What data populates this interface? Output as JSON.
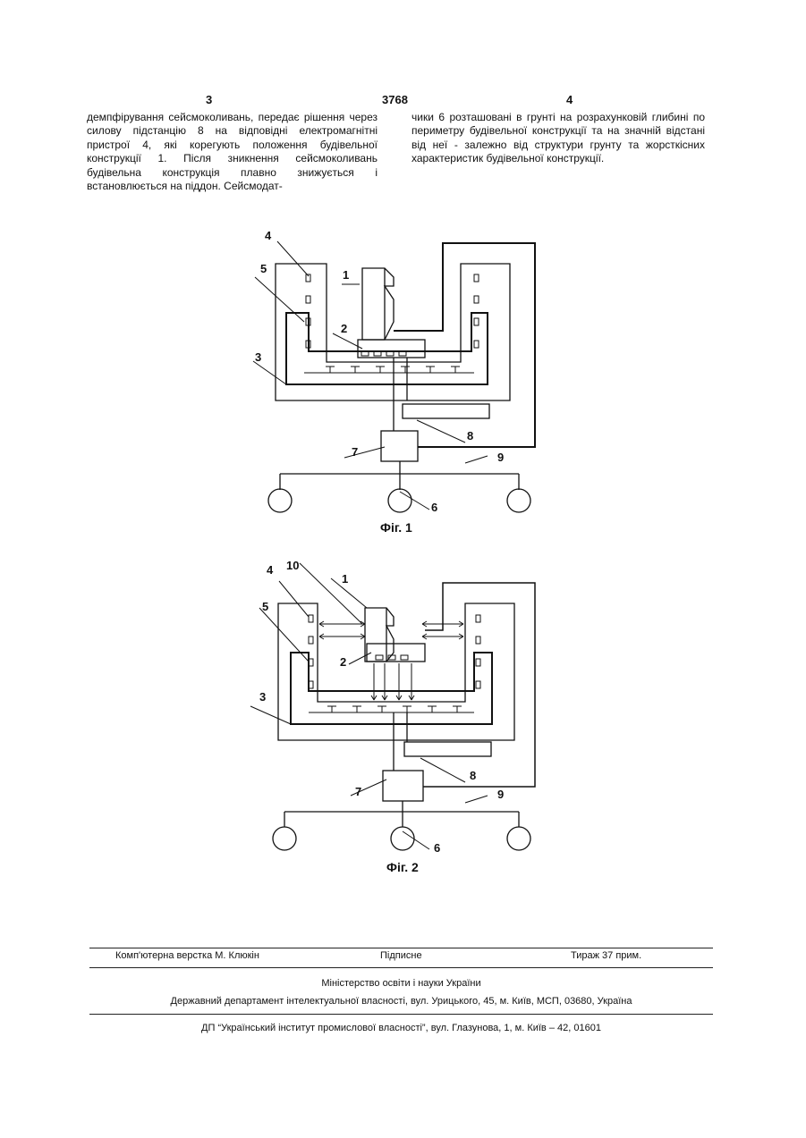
{
  "header": {
    "page_left": "3",
    "patent_no": "3768",
    "page_right": "4"
  },
  "body_text": {
    "left": "демпфірування сейсмоколивань, передає рішення через силову підстанцію 8 на відповідні електромагнітні пристрої 4, які корегують положення будівельної конструкції 1. Після зникнення сейсмоколивань будівельна конструкція плавно знижується і встановлюється на піддон. Сейсмодат-",
    "right": "чики 6 розташовані в грунті на розрахунковій глибині по периметру будівельної конструкції та на значній відстані від неї - залежно від структури грунту та жорсткісних характеристик будівельної конструкції."
  },
  "figure1": {
    "caption": "Фіг. 1",
    "labels": [
      "4",
      "5",
      "1",
      "2",
      "3",
      "8",
      "7",
      "9",
      "6"
    ]
  },
  "figure2": {
    "caption": "Фіг. 2",
    "labels": [
      "10",
      "1",
      "4",
      "5",
      "2",
      "3",
      "8",
      "7",
      "9",
      "6"
    ]
  },
  "footer": {
    "typesetter": "Комп'ютерна верстка М. Клюкін",
    "signed": "Підписне",
    "print_run": "Тираж 37 прим.",
    "ministry": "Міністерство освіти і науки України",
    "department": "Державний департамент інтелектуальної власності, вул. Урицького, 45, м. Київ, МСП, 03680, Україна",
    "institute": "ДП “Український інститут промислової власності”, вул. Глазунова, 1, м. Київ – 42, 01601"
  }
}
